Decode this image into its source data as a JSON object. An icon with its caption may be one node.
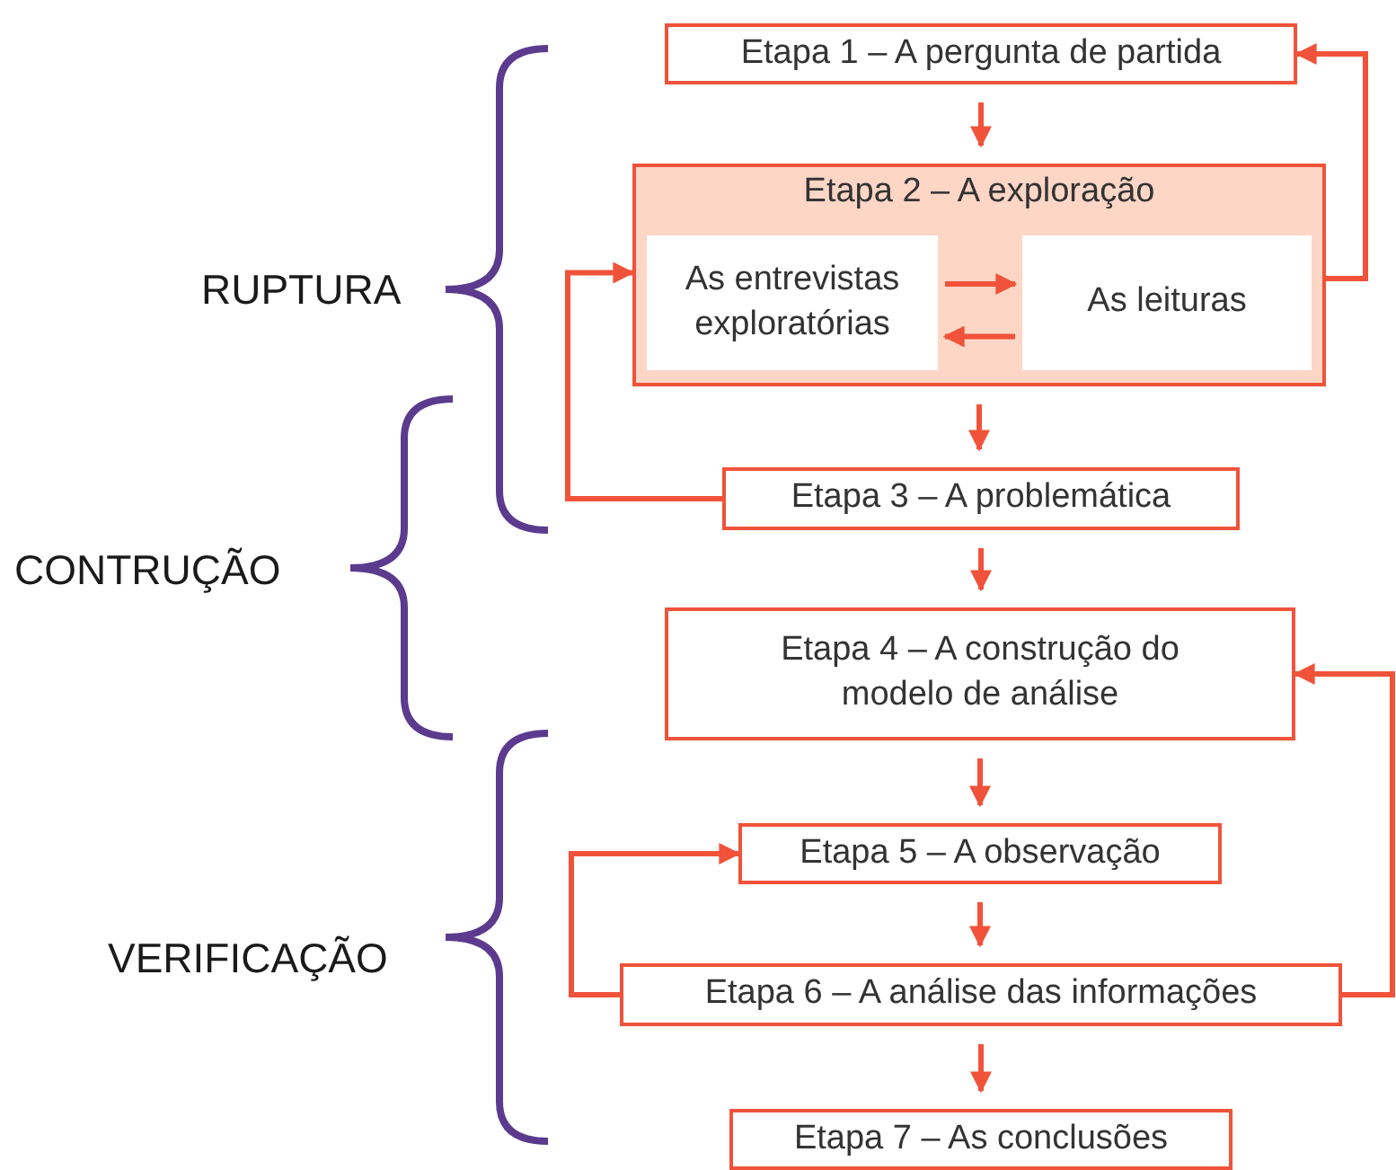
{
  "diagram": {
    "nodes": [
      {
        "text": [
          "Etapa 1 – A pergunta de partida"
        ]
      },
      {
        "text": [
          "Etapa 2 – A exploração"
        ]
      },
      {
        "text": [
          "As entrevistas exploratórias"
        ],
        "in": 1
      },
      {
        "text": [
          "As leituras"
        ],
        "in": 1
      },
      {
        "text": [
          "Etapa 3 – A problemática"
        ]
      },
      {
        "text": [
          "Etapa 4 – A construção do modelo de análise"
        ]
      },
      {
        "text": [
          "Etapa 5 – A observação"
        ]
      },
      {
        "text": [
          "Etapa 6 – A análise das informações"
        ]
      },
      {
        "text": [
          "Etapa 7 – As conclusões"
        ]
      }
    ],
    "edges": [
      {
        "from": 0,
        "to": 1,
        "arrow": "to"
      },
      {
        "from": 1,
        "to": 0,
        "arrow": "to"
      },
      {
        "from": 2,
        "to": 3,
        "arrow": "to"
      },
      {
        "from": 3,
        "to": 2,
        "arrow": "to"
      },
      {
        "from": 1,
        "to": 4,
        "arrow": "to"
      },
      {
        "from": 4,
        "to": 1,
        "arrow": "to"
      },
      {
        "from": 4,
        "to": 5,
        "arrow": "to"
      },
      {
        "from": 5,
        "to": 6,
        "arrow": "to"
      },
      {
        "from": 6,
        "to": 7,
        "arrow": "to"
      },
      {
        "from": 7,
        "to": 6,
        "arrow": "to"
      },
      {
        "from": 7,
        "to": 5,
        "arrow": "to"
      },
      {
        "from": 7,
        "to": 8,
        "arrow": "to"
      }
    ],
    "labels": [
      "RUPTURA",
      "CONTRUÇÃO",
      "VERIFICAÇÃO"
    ]
  }
}
